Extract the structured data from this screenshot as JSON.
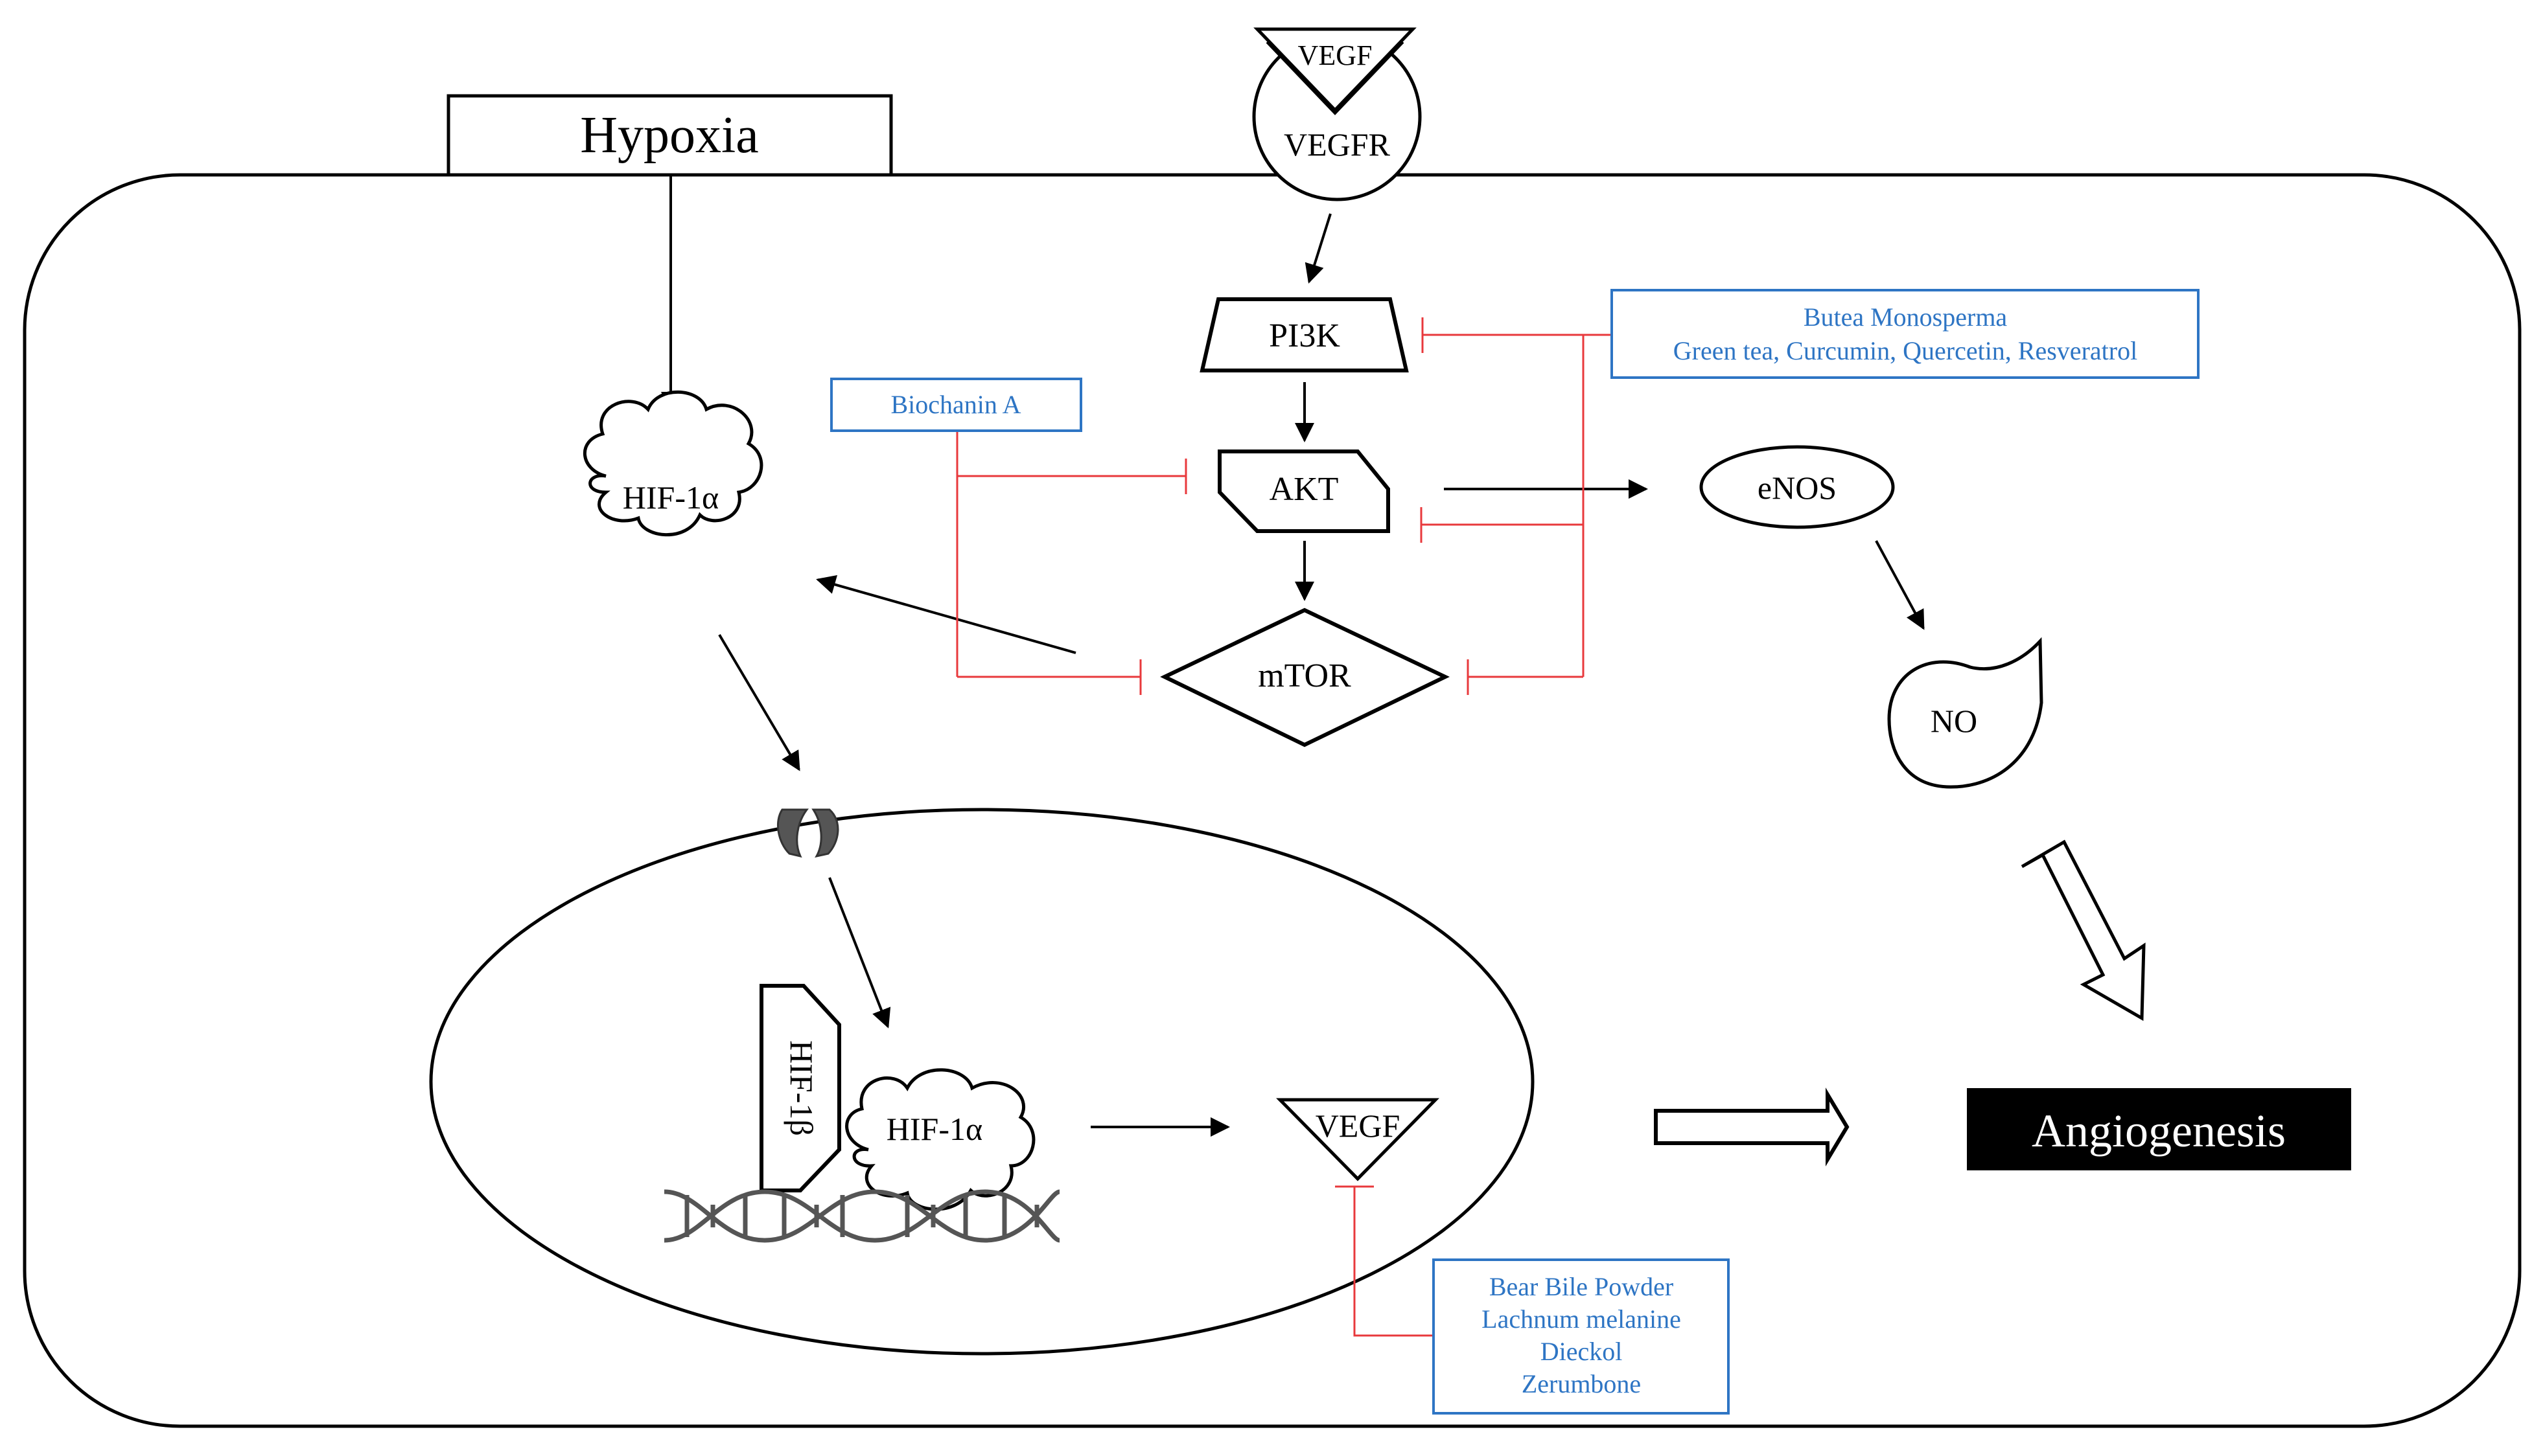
{
  "labels": {
    "hypoxia": "Hypoxia",
    "vegf_top": "VEGF",
    "vegfr": "VEGFR",
    "pi3k": "PI3K",
    "akt": "AKT",
    "mtor": "mTOR",
    "enos": "eNOS",
    "no": "NO",
    "hif1a_cyto": "HIF-1α",
    "hif1a_nuc": "HIF-1α",
    "hif1b": "HIF-1β",
    "vegf_nuc": "VEGF",
    "angiogenesis": "Angiogenesis"
  },
  "inhibitors": {
    "pi3k_akt_mtor_box": [
      "Butea Monosperma",
      "Green tea, Curcumin, Quercetin, Resveratrol"
    ],
    "biochanin_box": [
      "Biochanin A"
    ],
    "vegf_box": [
      "Bear Bile Powder",
      "Lachnum melanine",
      "Dieckol",
      "Zerumbone"
    ]
  },
  "colors": {
    "inhibitor_text": "#2E75C4",
    "inhibitor_line": "#E8393C",
    "angiogenesis_bg": "#000000",
    "angiogenesis_text": "#ffffff"
  }
}
